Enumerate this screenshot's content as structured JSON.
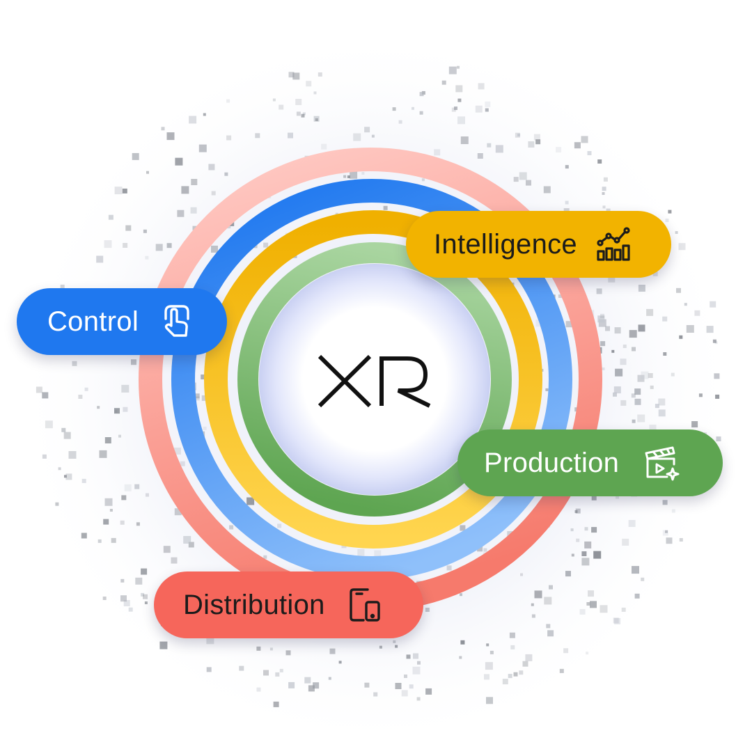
{
  "center": {
    "logo_text": "XR"
  },
  "rings": [
    {
      "name": "distribution",
      "color_start": "#ffc9c3",
      "color_end": "#f67a6c"
    },
    {
      "name": "control",
      "color_start": "#8fc0fa",
      "color_end": "#1f78ef"
    },
    {
      "name": "intelligence",
      "color_start": "#f0b000",
      "color_end": "#ffd54f"
    },
    {
      "name": "production",
      "color_start": "#a9d5a0",
      "color_end": "#5ea551"
    }
  ],
  "pills": {
    "control": {
      "label": "Control",
      "icon": "touch-hand-icon",
      "color": "#1f78ef"
    },
    "intelligence": {
      "label": "Intelligence",
      "icon": "analytics-chart-icon",
      "color": "#f2b300"
    },
    "production": {
      "label": "Production",
      "icon": "video-clapper-icon",
      "color": "#5ea551"
    },
    "distribution": {
      "label": "Distribution",
      "icon": "devices-icon",
      "color": "#f6665b"
    }
  }
}
